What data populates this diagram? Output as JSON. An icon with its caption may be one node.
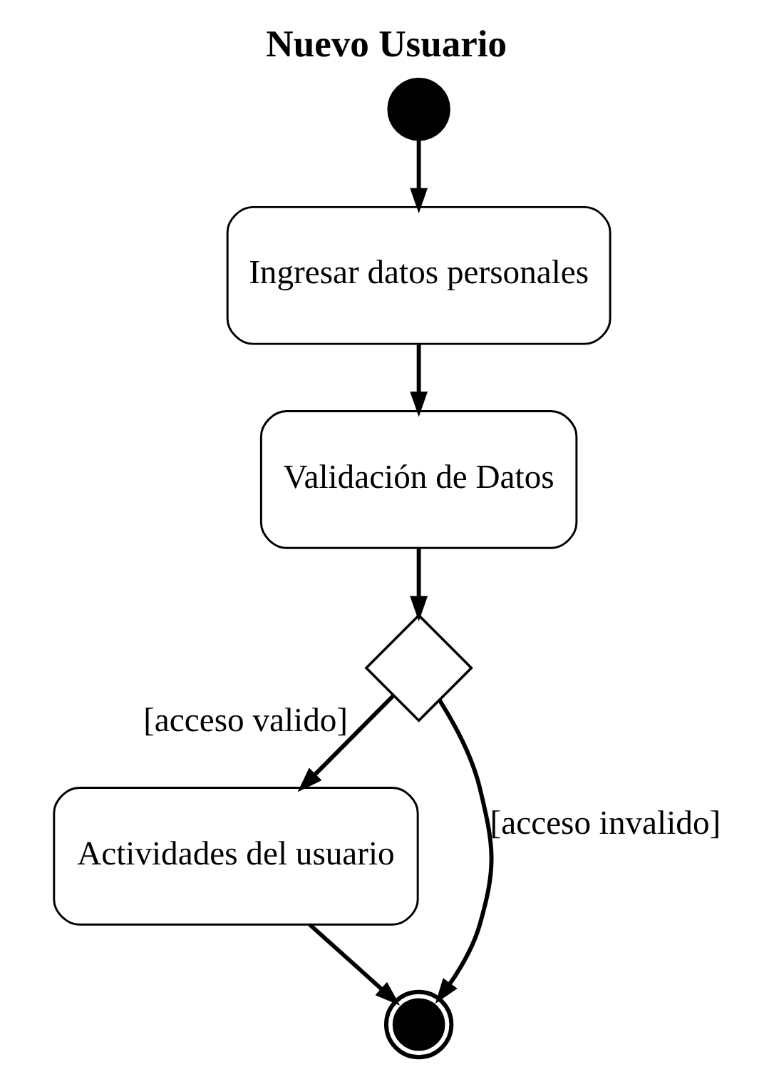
{
  "diagram": {
    "title": "Nuevo Usuario",
    "nodes": [
      {
        "text": [],
        "shape": "circle"
      },
      {
        "text": [
          "Ingresar datos personales"
        ]
      },
      {
        "text": [
          "Validación de Datos"
        ]
      },
      {
        "text": [],
        "shape": "diamond"
      },
      {
        "text": [
          "Actividades del usuario"
        ]
      },
      {
        "text": [],
        "shape": "bullseye"
      }
    ],
    "edges": [
      {
        "from": 0,
        "to": 1,
        "arrow": "to"
      },
      {
        "from": 1,
        "to": 2,
        "arrow": "to"
      },
      {
        "from": 2,
        "to": 3,
        "arrow": "to"
      },
      {
        "from": 3,
        "to": 5,
        "arrow": "to",
        "label": "[acceso invalido]"
      },
      {
        "from": 3,
        "to": 4,
        "arrow": "to",
        "label": "[acceso valido]"
      },
      {
        "from": 4,
        "to": 5,
        "arrow": "to"
      }
    ]
  }
}
